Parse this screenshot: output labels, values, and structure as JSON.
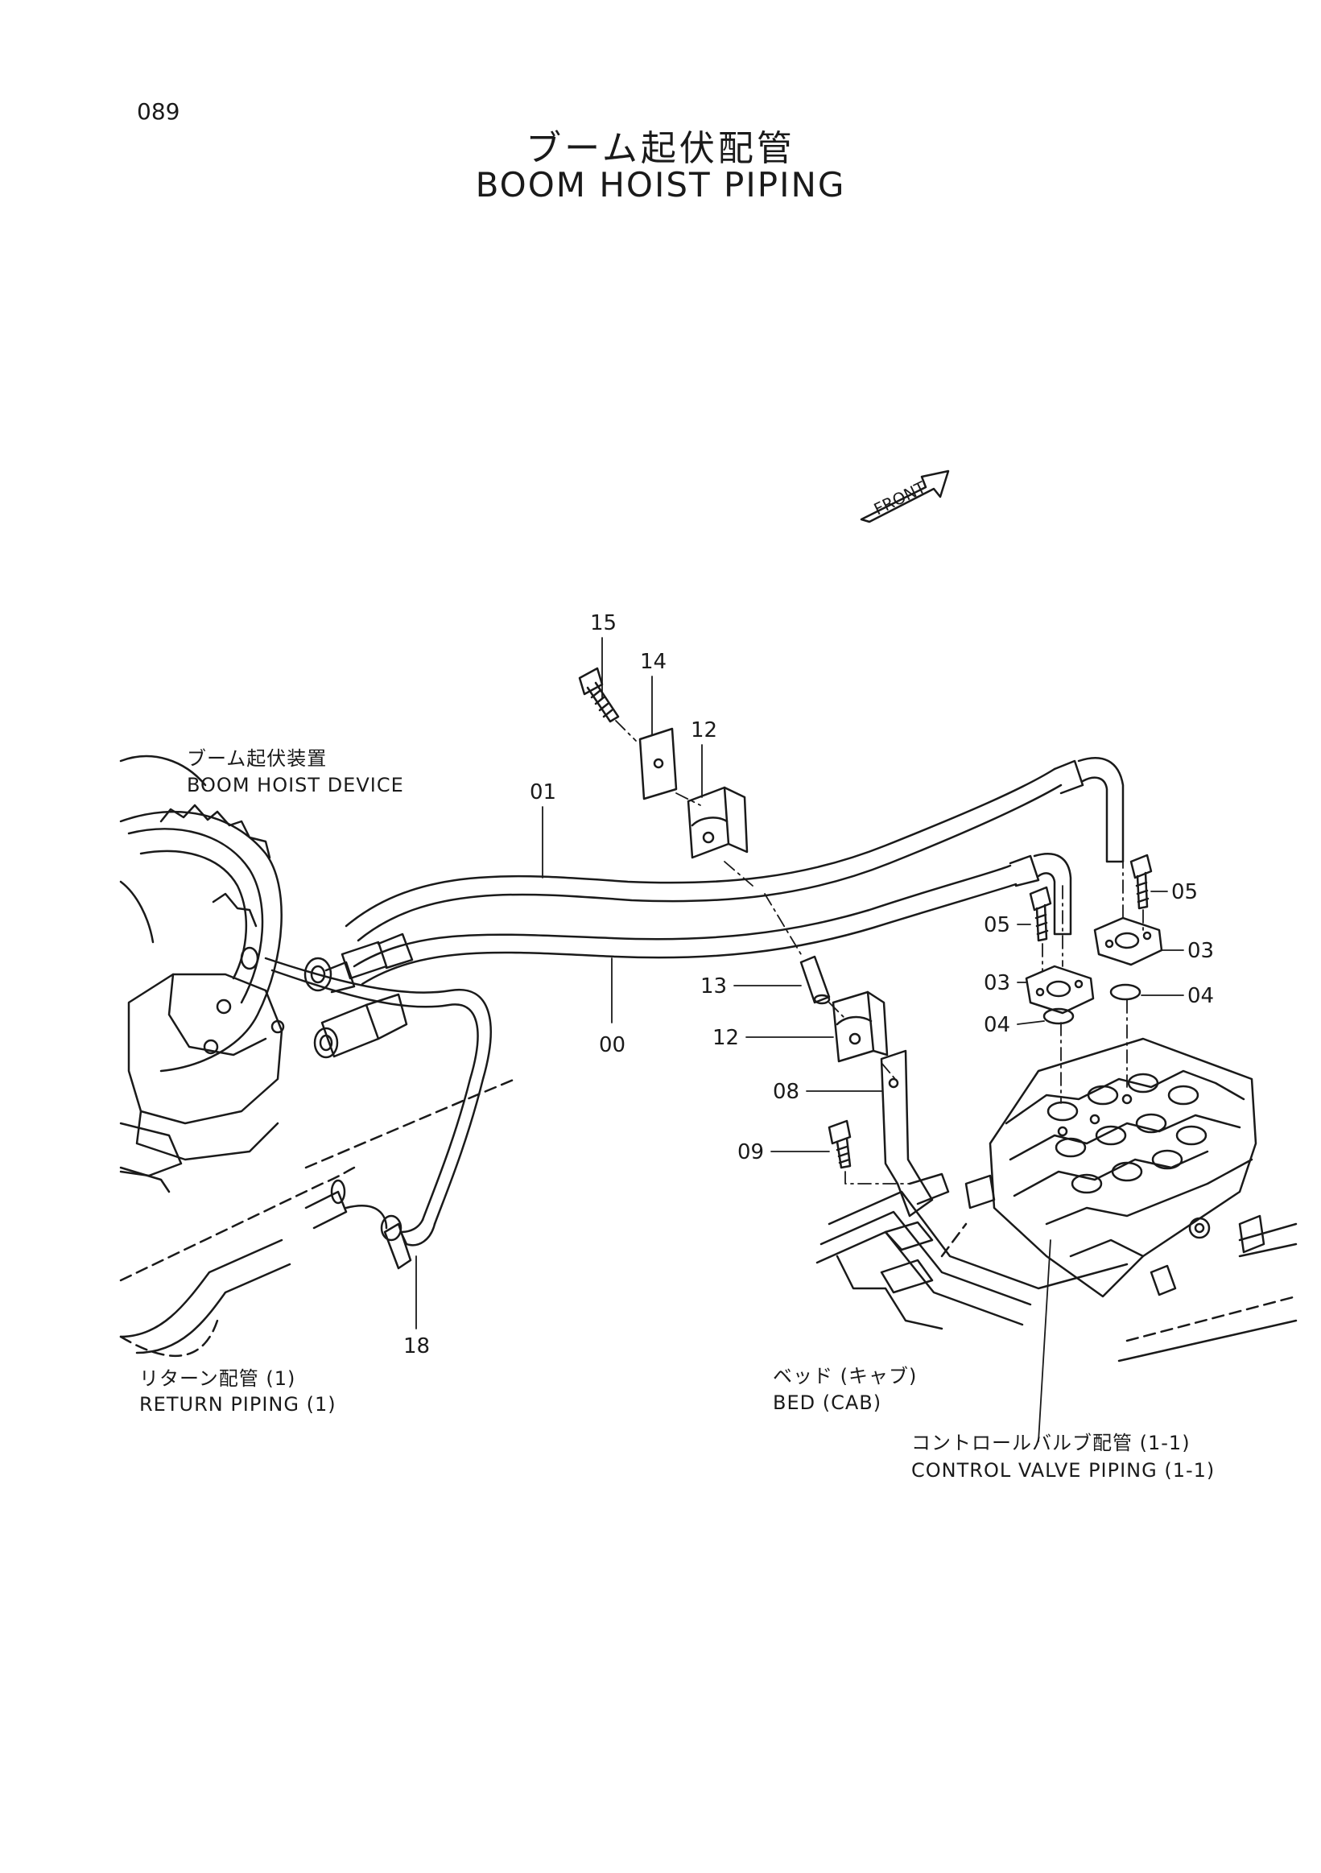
{
  "page_number": "089",
  "title": {
    "jp": "ブーム起伏配管",
    "en": "BOOM HOIST PIPING"
  },
  "front_marker": "FRONT",
  "callouts": {
    "c15": "15",
    "c14": "14",
    "c12a": "12",
    "c01": "01",
    "c00": "00",
    "c13": "13",
    "c12b": "12",
    "c08": "08",
    "c09": "09",
    "c18": "18",
    "c05a": "05",
    "c05b": "05",
    "c03a": "03",
    "c03b": "03",
    "c04a": "04",
    "c04b": "04"
  },
  "references": {
    "boom_hoist_device": {
      "jp": "ブーム起伏装置",
      "en": "BOOM HOIST DEVICE"
    },
    "return_piping": {
      "jp": "リターン配管 (1)",
      "en": "RETURN PIPING (1)"
    },
    "bed_cab": {
      "jp": "ベッド (キャブ)",
      "en": "BED (CAB)"
    },
    "control_valve_piping": {
      "jp": "コントロールバルブ配管 (1-1)",
      "en": "CONTROL VALVE PIPING (1-1)"
    }
  }
}
